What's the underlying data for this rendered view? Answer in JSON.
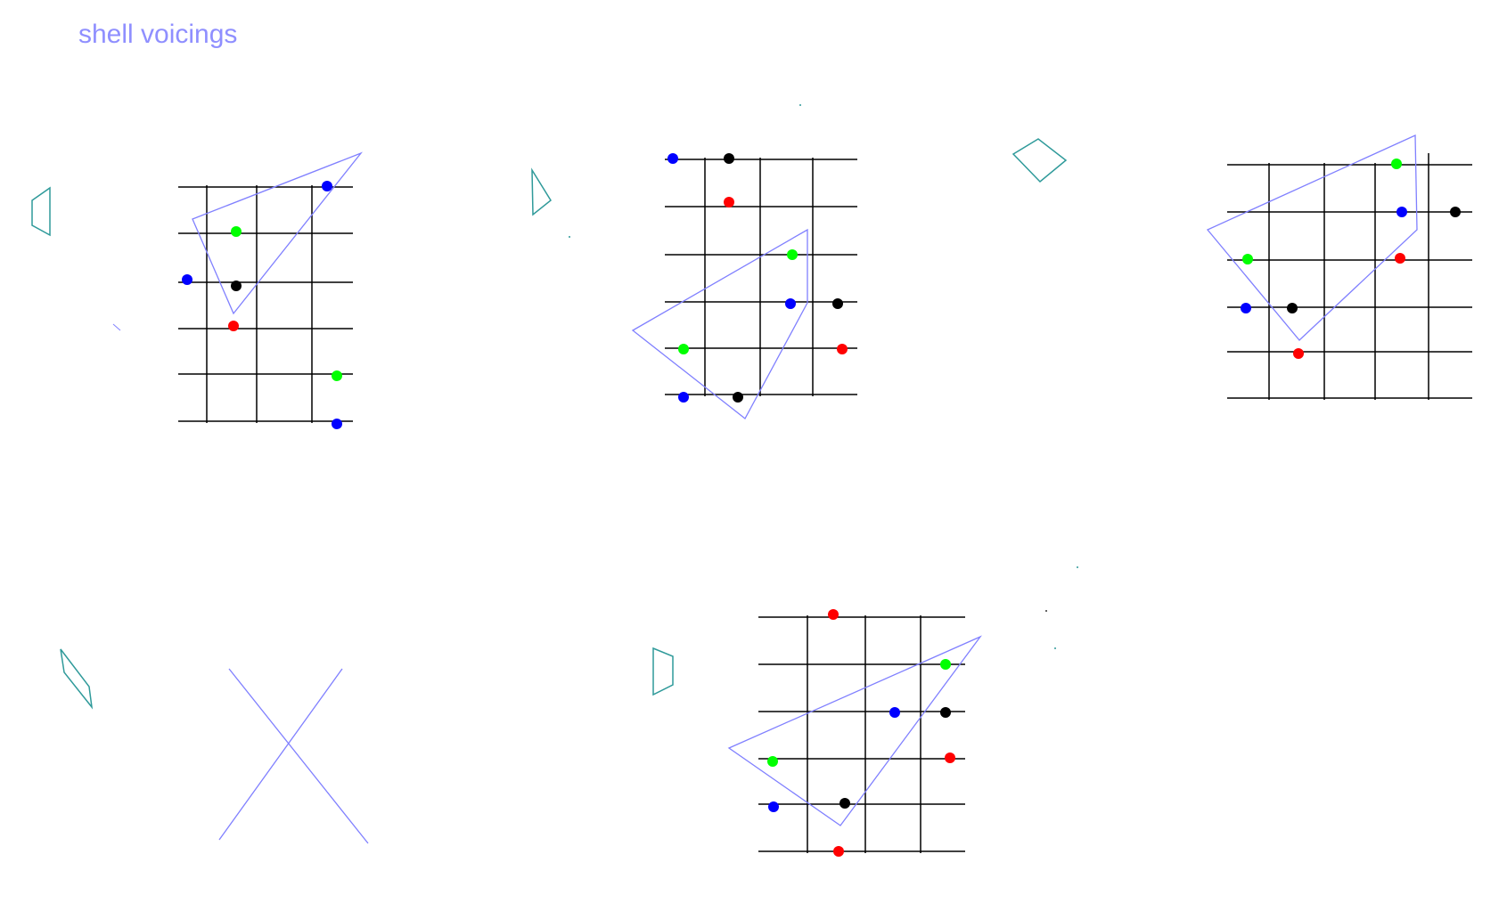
{
  "page": {
    "title": "shell voicings"
  },
  "colors": {
    "title": "#8f8fff",
    "grid_line": "#000000",
    "triangle_outline": "#8080ff",
    "shape_outline": "#2f9a9a",
    "dot_blue": "#0000ff",
    "dot_red": "#ff0000",
    "dot_green": "#00ff00",
    "dot_black": "#000000",
    "cross_line": "#8080ff"
  },
  "diagrams": [
    {
      "id": "fretboard-1",
      "strings": 6,
      "frets": 4,
      "dots": [
        "blue",
        "green",
        "blue",
        "black",
        "red",
        "green",
        "blue"
      ]
    },
    {
      "id": "fretboard-2",
      "strings": 6,
      "frets": 4,
      "dots": [
        "blue",
        "black",
        "red",
        "green",
        "blue",
        "black",
        "green",
        "red",
        "blue",
        "black"
      ]
    },
    {
      "id": "fretboard-3",
      "strings": 6,
      "frets": 4,
      "dots": [
        "green",
        "blue",
        "black",
        "green",
        "red",
        "blue",
        "black",
        "red"
      ]
    },
    {
      "id": "fretboard-4",
      "strings": 6,
      "frets": 4,
      "dots": [
        "red",
        "green",
        "blue",
        "black",
        "green",
        "red",
        "blue",
        "black",
        "red"
      ]
    }
  ],
  "decorations": {
    "empty_slot_mark": "cross",
    "shape_icons": [
      "trapezoid-outline",
      "triangle-outline",
      "diamond-outline",
      "parallelogram-outline",
      "trapezoid-outline"
    ]
  }
}
